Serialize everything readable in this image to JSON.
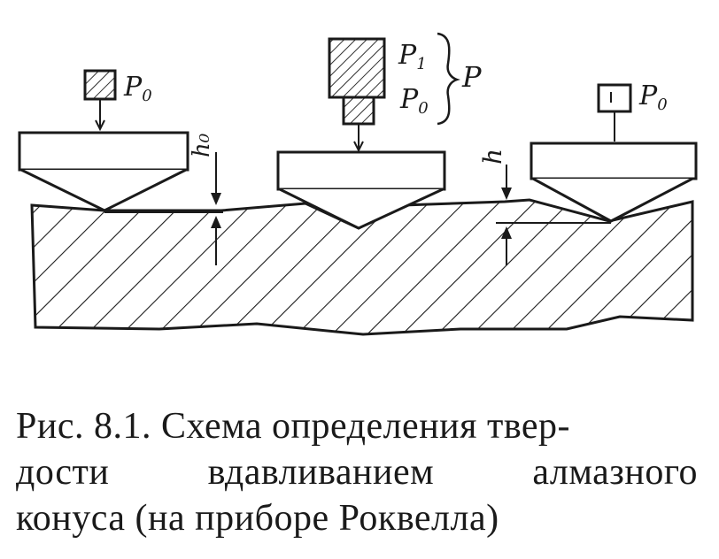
{
  "labels": {
    "p0_left": "P",
    "p0_left_sub": "0",
    "p1": "P",
    "p1_sub": "1",
    "p0_mid": "P",
    "p0_mid_sub": "0",
    "p_total": "P",
    "p0_right": "P",
    "p0_right_sub": "0",
    "h0": "h₀",
    "h": "h"
  },
  "caption": {
    "line1": "Рис. 8.1. Схема определения твер-",
    "line2_words": [
      "дости",
      "вдавливанием",
      "алмазного"
    ],
    "line3": "конуса (на приборе Роквелла)"
  }
}
